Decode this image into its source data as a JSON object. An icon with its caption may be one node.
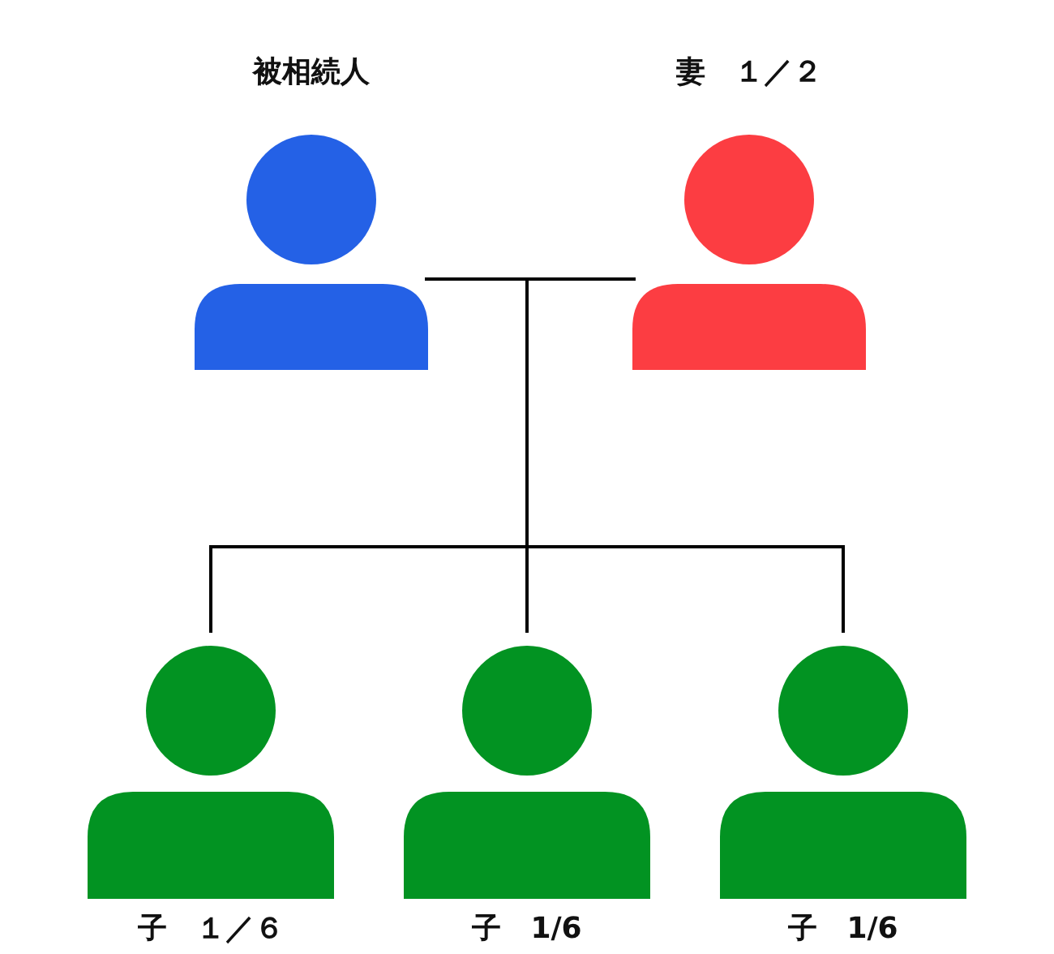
{
  "diagram": {
    "nodes": [
      {
        "text": [
          "被相続人"
        ]
      },
      {
        "text": [
          "妻　１／２"
        ]
      },
      {
        "text": [
          "子　１／６"
        ]
      },
      {
        "text": [
          "子　1/6"
        ]
      },
      {
        "text": [
          "子　1/6"
        ]
      }
    ],
    "edges": [
      {
        "from": 0,
        "to": 1,
        "arrow": "none"
      },
      {
        "from": 0,
        "to": 2,
        "arrow": "none"
      },
      {
        "from": 0,
        "to": 3,
        "arrow": "none"
      },
      {
        "from": 0,
        "to": 4,
        "arrow": "none"
      },
      {
        "from": 1,
        "to": 2,
        "arrow": "none"
      },
      {
        "from": 1,
        "to": 3,
        "arrow": "none"
      },
      {
        "from": 1,
        "to": 4,
        "arrow": "none"
      }
    ]
  }
}
